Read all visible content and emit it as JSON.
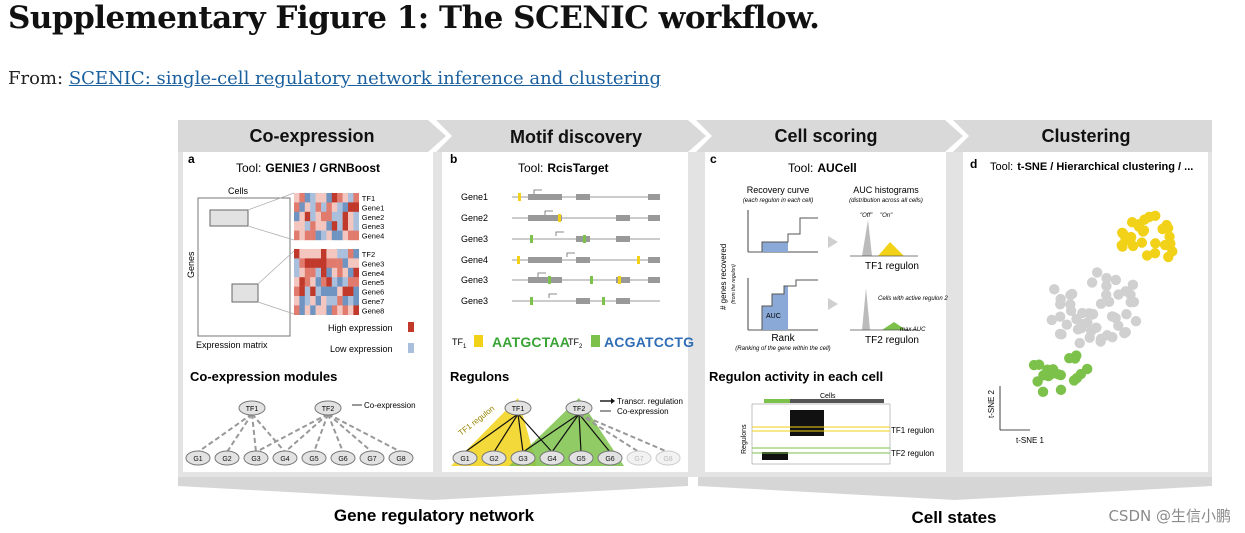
{
  "page": {
    "title": "Supplementary Figure 1: The SCENIC workflow.",
    "from_label": "From:",
    "link_text": "SCENIC: single-cell regulatory network inference and clustering"
  },
  "figure": {
    "panels": [
      {
        "header": "Co-expression",
        "letter": "a",
        "tool_prefix": "Tool:",
        "tool": "GENIE3 / GRNBoost"
      },
      {
        "header": "Motif discovery",
        "letter": "b",
        "tool_prefix": "Tool:",
        "tool": "RcisTarget"
      },
      {
        "header": "Cell scoring",
        "letter": "c",
        "tool_prefix": "Tool:",
        "tool": "AUCell"
      },
      {
        "header": "Clustering",
        "letter": "d",
        "tool_prefix": "Tool:",
        "tool": "t-SNE / Hierarchical clustering / ..."
      }
    ],
    "a": {
      "cells_label": "Cells",
      "genes_label": "Genes",
      "matrix_label": "Expression matrix",
      "tf1_rows": [
        "TF1",
        "Gene1",
        "Gene2",
        "Gene3",
        "Gene4"
      ],
      "tf2_rows": [
        "TF2",
        "Gene3",
        "Gene4",
        "Gene5",
        "Gene6",
        "Gene7",
        "Gene8"
      ],
      "high_label": "High expression",
      "low_label": "Low expression",
      "modules_title": "Co-expression modules",
      "coexp_legend": "Co-expression",
      "tf_nodes": [
        "TF1",
        "TF2"
      ],
      "gene_nodes": [
        "G1",
        "G2",
        "G3",
        "G4",
        "G5",
        "G6",
        "G7",
        "G8"
      ]
    },
    "b": {
      "genes": [
        "Gene1",
        "Gene2",
        "Gene3",
        "Gene4",
        "Gene3",
        "Gene3"
      ],
      "tf1_label": "TF",
      "tf1_sub": "1",
      "tf1_motif": "AATGCTAA",
      "tf2_label": "TF",
      "tf2_sub": "2",
      "tf2_motif": "ACGATCCTG",
      "regulons_title": "Regulons",
      "legend_transcr": "Transcr. regulation",
      "legend_coexp": "Co-expression",
      "tf1_regulon": "TF1 regulon",
      "tf_nodes": [
        "TF1",
        "TF2"
      ],
      "gene_nodes": [
        "G1",
        "G2",
        "G3",
        "G4",
        "G5",
        "G6",
        "G7",
        "G8"
      ]
    },
    "c": {
      "recovery_title": "Recovery curve",
      "recovery_sub": "(each regulon in each cell)",
      "auc_title": "AUC histograms",
      "auc_sub": "(distribution across all cells)",
      "off_label": "\"Off\"",
      "on_label": "\"On\"",
      "tf1_regulon": "TF1 regulon",
      "tf2_regulon": "TF2 regulon",
      "yaxis": "# genes recovered",
      "yaxis_sub": "(from the regulon)",
      "auc_label": "AUC",
      "rank_label": "Rank",
      "rank_sub": "(Ranking of the gene within the cell)",
      "active_label": "Cells with active regulon 2",
      "max_auc": "max AUC",
      "activity_title": "Regulon activity in each cell",
      "cells_label": "Cells",
      "regulons_label": "Regulons",
      "heat_tf1": "TF1 regulon",
      "heat_tf2": "TF2 regulon"
    },
    "d": {
      "tsne1": "t-SNE 1",
      "tsne2": "t-SNE 2"
    },
    "bottom": {
      "grn_label": "Gene regulatory network",
      "cellstates_label": "Cell states"
    },
    "colors": {
      "header_bg": "#d9d9d9",
      "yellow": "#f2d218",
      "green": "#7cc24a",
      "blue": "#8aa9d6",
      "heat_red": "#d94a3c",
      "heat_blue": "#6f94c2",
      "gray_dot": "#cfcfcf"
    }
  },
  "watermark": "CSDN @生信小鹏"
}
